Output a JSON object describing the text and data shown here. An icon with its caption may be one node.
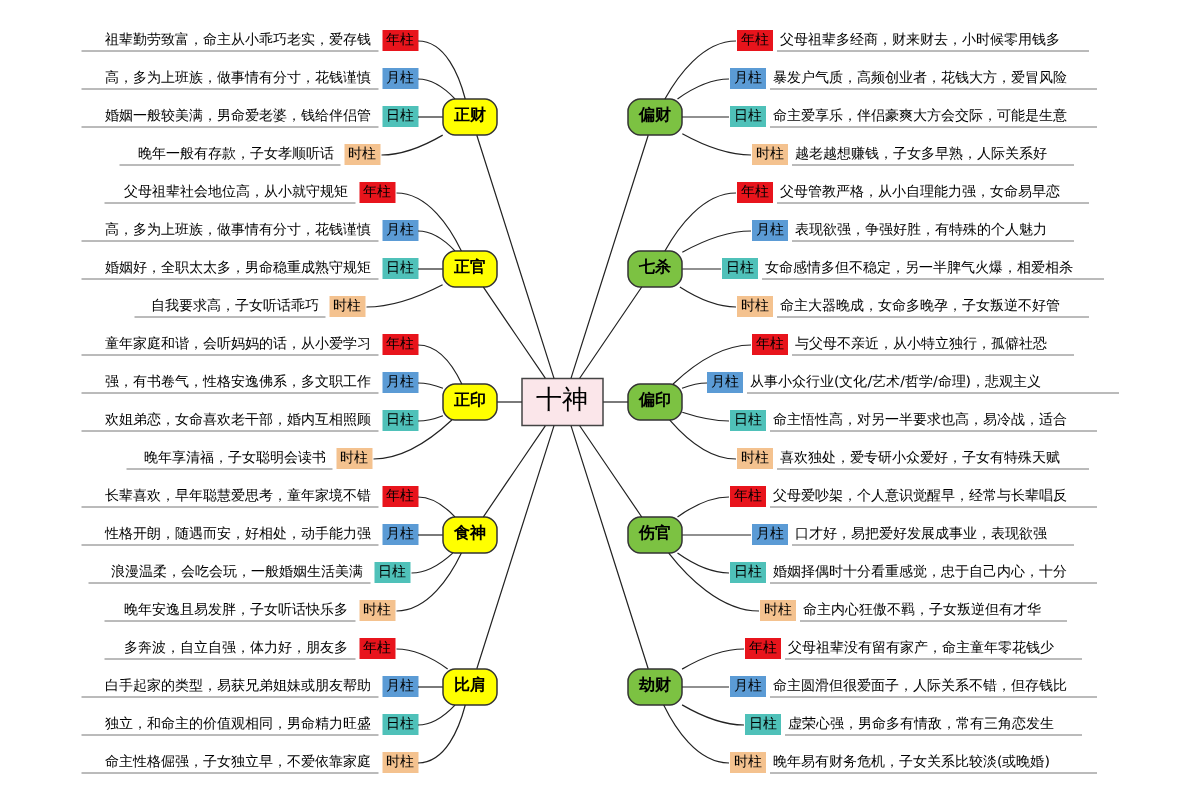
{
  "diagram": {
    "nodes": [
      {
        "text": [
          "十神"
        ]
      },
      {
        "text": [
          "正财"
        ]
      },
      {
        "text": [
          "祖辈勤劳致富，命主从小乖巧老实，爱存钱",
          "年柱"
        ]
      },
      {
        "text": [
          "高，多为上班族，做事情有分寸，花钱谨慎",
          "月柱"
        ]
      },
      {
        "text": [
          "婚姻一般较美满，男命爱老婆，钱给伴侣管",
          "日柱"
        ]
      },
      {
        "text": [
          "晚年一般有存款，子女孝顺听话",
          "时柱"
        ]
      },
      {
        "text": [
          "正官"
        ]
      },
      {
        "text": [
          "父母祖辈社会地位高，从小就守规矩",
          "年柱"
        ]
      },
      {
        "text": [
          "高，多为上班族，做事情有分寸，花钱谨慎",
          "月柱"
        ]
      },
      {
        "text": [
          "婚姻好，全职太太多，男命稳重成熟守规矩",
          "日柱"
        ]
      },
      {
        "text": [
          "自我要求高，子女听话乖巧",
          "时柱"
        ]
      },
      {
        "text": [
          "正印"
        ]
      },
      {
        "text": [
          "童年家庭和谐，会听妈妈的话，从小爱学习",
          "年柱"
        ]
      },
      {
        "text": [
          "强，有书卷气，性格安逸佛系，多文职工作",
          "月柱"
        ]
      },
      {
        "text": [
          "欢姐弟恋，女命喜欢老干部，婚内互相照顾",
          "日柱"
        ]
      },
      {
        "text": [
          "晚年享清福，子女聪明会读书",
          "时柱"
        ]
      },
      {
        "text": [
          "食神"
        ]
      },
      {
        "text": [
          "长辈喜欢，早年聪慧爱思考，童年家境不错",
          "年柱"
        ]
      },
      {
        "text": [
          "性格开朗，随遇而安，好相处，动手能力强",
          "月柱"
        ]
      },
      {
        "text": [
          "浪漫温柔，会吃会玩，一般婚姻生活美满",
          "日柱"
        ]
      },
      {
        "text": [
          "晚年安逸且易发胖，子女听话快乐多",
          "时柱"
        ]
      },
      {
        "text": [
          "比肩"
        ]
      },
      {
        "text": [
          "多奔波，自立自强，体力好，朋友多",
          "年柱"
        ]
      },
      {
        "text": [
          "白手起家的类型，易获兄弟姐妹或朋友帮助",
          "月柱"
        ]
      },
      {
        "text": [
          "独立，和命主的价值观相同，男命精力旺盛",
          "日柱"
        ]
      },
      {
        "text": [
          "命主性格倔强，子女独立早，不爱依靠家庭",
          "时柱"
        ]
      },
      {
        "text": [
          "偏财"
        ]
      },
      {
        "text": [
          "年柱",
          "父母祖辈多经商，财来财去，小时候零用钱多"
        ]
      },
      {
        "text": [
          "月柱",
          "暴发户气质，高频创业者，花钱大方，爱冒风险"
        ]
      },
      {
        "text": [
          "日柱",
          "命主爱享乐，伴侣豪爽大方会交际，可能是生意"
        ]
      },
      {
        "text": [
          "时柱",
          "越老越想赚钱，子女多早熟，人际关系好"
        ]
      },
      {
        "text": [
          "七杀"
        ]
      },
      {
        "text": [
          "年柱",
          "父母管教严格，从小自理能力强，女命易早恋"
        ]
      },
      {
        "text": [
          "月柱",
          "表现欲强，争强好胜，有特殊的个人魅力"
        ]
      },
      {
        "text": [
          "日柱",
          "女命感情多但不稳定，另一半脾气火爆，相爱相杀"
        ]
      },
      {
        "text": [
          "时柱",
          "命主大器晚成，女命多晚孕，子女叛逆不好管"
        ]
      },
      {
        "text": [
          "偏印"
        ]
      },
      {
        "text": [
          "年柱",
          "与父母不亲近，从小特立独行，孤僻社恐"
        ]
      },
      {
        "text": [
          "月柱",
          "从事小众行业(文化/艺术/哲学/命理)，悲观主义"
        ]
      },
      {
        "text": [
          "日柱",
          "命主悟性高，对另一半要求也高，易冷战，适合"
        ]
      },
      {
        "text": [
          "时柱",
          "喜欢独处，爱专研小众爱好，子女有特殊天赋"
        ]
      },
      {
        "text": [
          "伤官"
        ]
      },
      {
        "text": [
          "年柱",
          "父母爱吵架，个人意识觉醒早，经常与长辈唱反"
        ]
      },
      {
        "text": [
          "月柱",
          "口才好，易把爱好发展成事业，表现欲强"
        ]
      },
      {
        "text": [
          "日柱",
          "婚姻择偶时十分看重感觉，忠于自己内心，十分"
        ]
      },
      {
        "text": [
          "时柱",
          "命主内心狂傲不羁，子女叛逆但有才华"
        ]
      },
      {
        "text": [
          "劫财"
        ]
      },
      {
        "text": [
          "年柱",
          "父母祖辈没有留有家产，命主童年零花钱少"
        ]
      },
      {
        "text": [
          "月柱",
          "命主圆滑但很爱面子，人际关系不错，但存钱比"
        ]
      },
      {
        "text": [
          "日柱",
          "虚荣心强，男命多有情敌，常有三角恋发生"
        ]
      },
      {
        "text": [
          "时柱",
          "晚年易有财务危机，子女关系比较淡(或晚婚)"
        ]
      }
    ],
    "edges": [
      {
        "from": 0,
        "to": 1,
        "arrow": "none"
      },
      {
        "from": 1,
        "to": 2,
        "arrow": "none"
      },
      {
        "from": 1,
        "to": 3,
        "arrow": "none"
      },
      {
        "from": 1,
        "to": 4,
        "arrow": "none"
      },
      {
        "from": 1,
        "to": 5,
        "arrow": "none"
      },
      {
        "from": 0,
        "to": 6,
        "arrow": "none"
      },
      {
        "from": 6,
        "to": 7,
        "arrow": "none"
      },
      {
        "from": 6,
        "to": 8,
        "arrow": "none"
      },
      {
        "from": 6,
        "to": 9,
        "arrow": "none"
      },
      {
        "from": 6,
        "to": 10,
        "arrow": "none"
      },
      {
        "from": 0,
        "to": 11,
        "arrow": "none"
      },
      {
        "from": 11,
        "to": 12,
        "arrow": "none"
      },
      {
        "from": 11,
        "to": 13,
        "arrow": "none"
      },
      {
        "from": 11,
        "to": 14,
        "arrow": "none"
      },
      {
        "from": 11,
        "to": 15,
        "arrow": "none"
      },
      {
        "from": 0,
        "to": 16,
        "arrow": "none"
      },
      {
        "from": 16,
        "to": 17,
        "arrow": "none"
      },
      {
        "from": 16,
        "to": 18,
        "arrow": "none"
      },
      {
        "from": 16,
        "to": 19,
        "arrow": "none"
      },
      {
        "from": 16,
        "to": 20,
        "arrow": "none"
      },
      {
        "from": 0,
        "to": 21,
        "arrow": "none"
      },
      {
        "from": 21,
        "to": 22,
        "arrow": "none"
      },
      {
        "from": 21,
        "to": 23,
        "arrow": "none"
      },
      {
        "from": 21,
        "to": 24,
        "arrow": "none"
      },
      {
        "from": 21,
        "to": 25,
        "arrow": "none"
      },
      {
        "from": 0,
        "to": 26,
        "arrow": "none"
      },
      {
        "from": 26,
        "to": 27,
        "arrow": "none"
      },
      {
        "from": 26,
        "to": 28,
        "arrow": "none"
      },
      {
        "from": 26,
        "to": 29,
        "arrow": "none"
      },
      {
        "from": 26,
        "to": 30,
        "arrow": "none"
      },
      {
        "from": 0,
        "to": 31,
        "arrow": "none"
      },
      {
        "from": 31,
        "to": 32,
        "arrow": "none"
      },
      {
        "from": 31,
        "to": 33,
        "arrow": "none"
      },
      {
        "from": 31,
        "to": 34,
        "arrow": "none"
      },
      {
        "from": 31,
        "to": 35,
        "arrow": "none"
      },
      {
        "from": 0,
        "to": 36,
        "arrow": "none"
      },
      {
        "from": 36,
        "to": 37,
        "arrow": "none"
      },
      {
        "from": 36,
        "to": 38,
        "arrow": "none"
      },
      {
        "from": 36,
        "to": 39,
        "arrow": "none"
      },
      {
        "from": 36,
        "to": 40,
        "arrow": "none"
      },
      {
        "from": 0,
        "to": 41,
        "arrow": "none"
      },
      {
        "from": 41,
        "to": 42,
        "arrow": "none"
      },
      {
        "from": 41,
        "to": 43,
        "arrow": "none"
      },
      {
        "from": 41,
        "to": 44,
        "arrow": "none"
      },
      {
        "from": 41,
        "to": 45,
        "arrow": "none"
      },
      {
        "from": 0,
        "to": 46,
        "arrow": "none"
      },
      {
        "from": 46,
        "to": 47,
        "arrow": "none"
      },
      {
        "from": 46,
        "to": 48,
        "arrow": "none"
      },
      {
        "from": 46,
        "to": 49,
        "arrow": "none"
      },
      {
        "from": 46,
        "to": 50,
        "arrow": "none"
      }
    ]
  }
}
